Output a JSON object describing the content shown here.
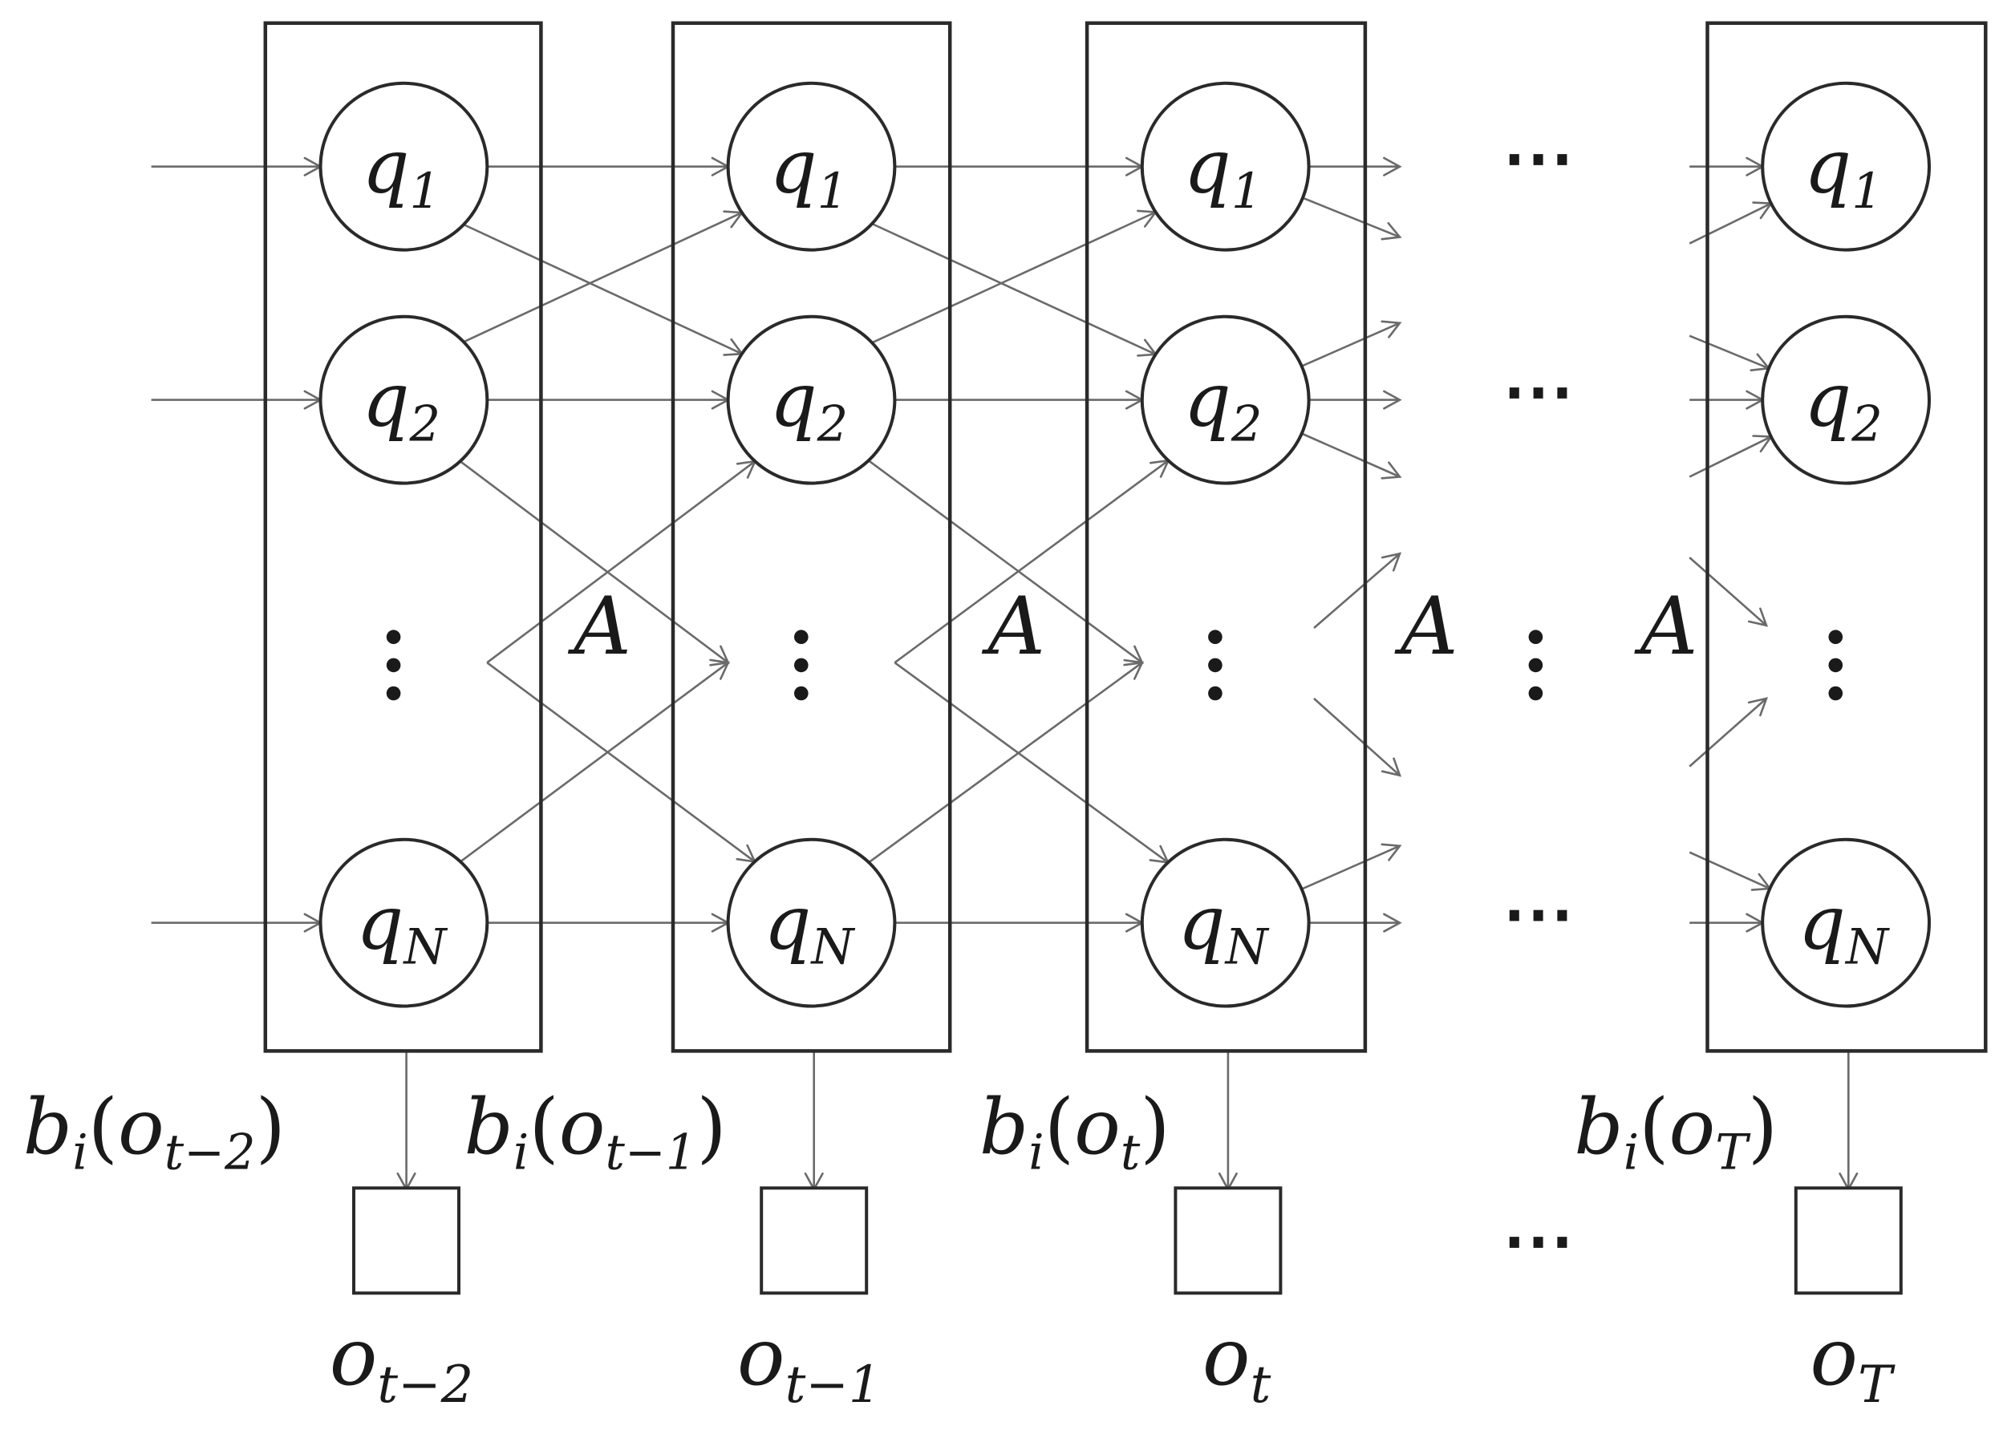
{
  "states": [
    {
      "base": "q",
      "sub": "1"
    },
    {
      "base": "q",
      "sub": "2"
    },
    {
      "base": "q",
      "sub": "N"
    }
  ],
  "transition_label": "A",
  "ellipsis": "⋯",
  "columns": [
    {
      "emission": {
        "base": "b",
        "sub": "i",
        "arg_base": "o",
        "arg_sub": "t−2"
      },
      "obs": {
        "base": "o",
        "sub": "t−2"
      }
    },
    {
      "emission": {
        "base": "b",
        "sub": "i",
        "arg_base": "o",
        "arg_sub": "t−1"
      },
      "obs": {
        "base": "o",
        "sub": "t−1"
      }
    },
    {
      "emission": {
        "base": "b",
        "sub": "i",
        "arg_base": "o",
        "arg_sub": "t"
      },
      "obs": {
        "base": "o",
        "sub": "t"
      }
    },
    {
      "emission": {
        "base": "b",
        "sub": "i",
        "arg_base": "o",
        "arg_sub": "T"
      },
      "obs": {
        "base": "o",
        "sub": "T"
      }
    }
  ]
}
